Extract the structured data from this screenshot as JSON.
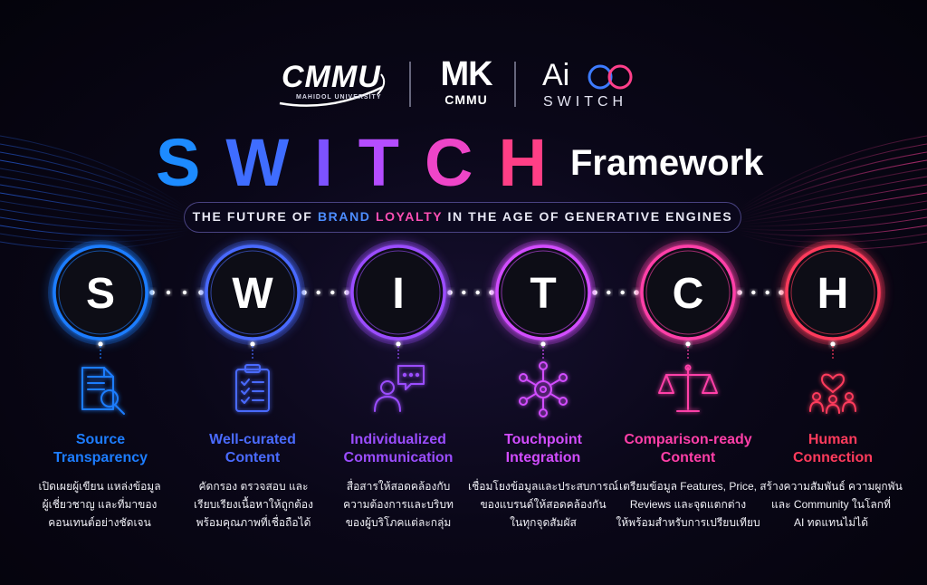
{
  "logos": {
    "cmmu": {
      "word": "CMMU",
      "sub": "MAHIDOL UNIVERSITY"
    },
    "mk": {
      "word": "MK",
      "sub": "CMMU"
    },
    "ai": {
      "word": "Ai",
      "sub": "SWITCH"
    }
  },
  "title": {
    "letters": [
      "S",
      "W",
      "I",
      "T",
      "C",
      "H"
    ],
    "framework": "Framework"
  },
  "subtitle": {
    "part1": "THE FUTURE OF ",
    "highlight1": "BRAND",
    "space": " ",
    "highlight2": "LOYALTY",
    "part2": " IN THE AGE OF GENERATIVE ENGINES"
  },
  "colors": {
    "s": "#1d7dff",
    "w": "#4a6bff",
    "i": "#9b4dff",
    "t": "#d24dff",
    "c": "#ff3fa8",
    "h": "#ff3b5c"
  },
  "pillars": [
    {
      "letter": "S",
      "label_line1": "Source",
      "label_line2": "Transparency",
      "icon": "document-search-icon",
      "desc": [
        "เปิดเผยผู้เขียน แหล่งข้อมูล",
        "ผู้เชี่ยวชาญ และที่มาของ",
        "คอนเทนต์อย่างชัดเจน"
      ]
    },
    {
      "letter": "W",
      "label_line1": "Well-curated",
      "label_line2": "Content",
      "icon": "clipboard-checklist-icon",
      "desc": [
        "คัดกรอง ตรวจสอบ และ",
        "เรียบเรียงเนื้อหาให้ถูกต้อง",
        "พร้อมคุณภาพที่เชื่อถือได้"
      ]
    },
    {
      "letter": "I",
      "label_line1": "Individualized",
      "label_line2": "Communication",
      "icon": "person-chat-icon",
      "desc": [
        "สื่อสารให้สอดคล้องกับ",
        "ความต้องการและบริบท",
        "ของผู้บริโภคแต่ละกลุ่ม"
      ]
    },
    {
      "letter": "T",
      "label_line1": "Touchpoint",
      "label_line2": "Integration",
      "icon": "network-hub-icon",
      "desc": [
        "เชื่อมโยงข้อมูลและประสบการณ์",
        "ของแบรนด์ให้สอดคล้องกัน",
        "ในทุกจุดสัมผัส"
      ]
    },
    {
      "letter": "C",
      "label_line1": "Comparison-ready",
      "label_line2": "Content",
      "icon": "balance-scale-icon",
      "desc": [
        "เตรียมข้อมูล Features, Price,",
        "Reviews และจุดแตกต่าง",
        "ให้พร้อมสำหรับการเปรียบเทียบ"
      ]
    },
    {
      "letter": "H",
      "label_line1": "Human",
      "label_line2": "Connection",
      "icon": "community-heart-icon",
      "desc": [
        "สร้างความสัมพันธ์ ความผูกพัน",
        "และ Community ในโลกที่",
        "AI ทดแทนไม่ได้"
      ]
    }
  ]
}
